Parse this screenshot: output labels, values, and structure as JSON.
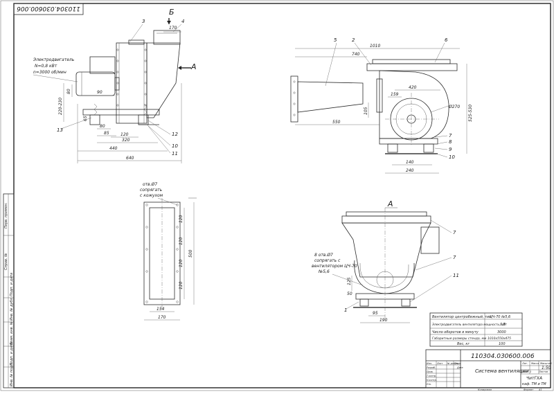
{
  "drawing_number_top": "110304.030600.006",
  "view_markers": {
    "section_b": "Б",
    "section_a": "А",
    "view_a": "А"
  },
  "motor_label": {
    "line1": "Электродвигатель",
    "line2": "N=0,8 кВт",
    "line3": "n=3000 об/мин"
  },
  "duct_note": {
    "line1": "отв.Ø7",
    "line2": "сопрягать",
    "line3": "с кожухом"
  },
  "fan_note": {
    "line1": "8 отв.Ø7",
    "line2": "сопрягать с",
    "line3": "вентилятором ЦЧ-70",
    "line4": "№5,6"
  },
  "side_view_dims": [
    "170",
    "90",
    "80",
    "220-230",
    "80",
    "85",
    "120",
    "320",
    "440",
    "640",
    "65"
  ],
  "front_view_dims": [
    "740",
    "1010",
    "159",
    "420",
    "Ø270",
    "525-530",
    "105",
    "550",
    "140",
    "240"
  ],
  "flange_dims": [
    "120",
    "120",
    "120",
    "120",
    "500",
    "154",
    "170"
  ],
  "bottom_view_dims": [
    "125",
    "50",
    "95",
    "190"
  ],
  "callouts_side": [
    "3",
    "4",
    "12",
    "10",
    "11",
    "13"
  ],
  "callouts_front": [
    "5",
    "2",
    "6",
    "7",
    "8",
    "9",
    "10"
  ],
  "callouts_bottom": [
    "7",
    "7",
    "11",
    "1"
  ],
  "spec_table": {
    "rows": [
      {
        "param": "Вентилятор центробежный, тип",
        "value": "ЦЧ-70 №5,6"
      },
      {
        "param": "Электродвигатель вентилятора мощность, кВт",
        "value": "0,8"
      },
      {
        "param": "Число оборотов в минуту",
        "value": "3000"
      },
      {
        "param": "Габаритные размеры стенда, мм",
        "value": "1010х550х475"
      },
      {
        "param": "Вес, кг",
        "value": "100"
      }
    ]
  },
  "title_block": {
    "designation": "110304.030600.006",
    "title": "Система вентиляции",
    "scale": "1:50",
    "sheet": "1",
    "org_line1": "ЧитГХА",
    "org_line2": "каф. ТМ и ТМ",
    "header_lit": "Лит.",
    "header_mass": "Масса",
    "header_scale": "Масштаб",
    "sheet_label": "Лист",
    "sheets_label": "Листов",
    "row_labels": [
      "Изм.",
      "Лист",
      "№ докум.",
      "Подп.",
      "Дата",
      "Разраб.",
      "Пров.",
      "Т.контр.",
      "Н.контр.",
      "Утв."
    ],
    "copied_label": "Копировал",
    "format_label": "Формат",
    "format_value": "А1"
  },
  "left_strip": [
    "Перв. примен.",
    "Справ. №",
    "Подп. и дата",
    "Инв. № дубл.",
    "Взам. инв. №",
    "Подп. и дата",
    "Инв. № подл."
  ]
}
